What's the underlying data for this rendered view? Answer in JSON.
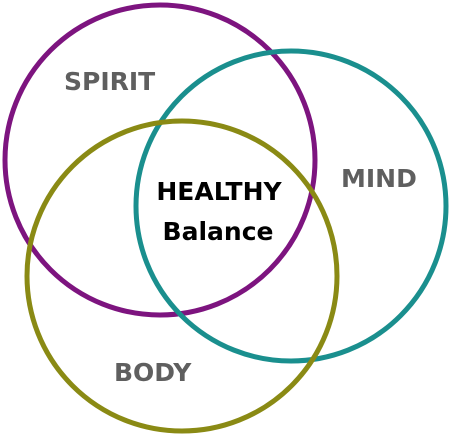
{
  "diagram": {
    "sets": [
      {
        "id": "spirit",
        "label": "SPIRIT",
        "color": "#7d147f"
      },
      {
        "id": "mind",
        "label": "MIND",
        "color": "#1a8f8e"
      },
      {
        "id": "body",
        "label": "BODY",
        "color": "#8a8a14"
      }
    ],
    "center": {
      "line1": "HEALTHY",
      "line2": "Balance"
    }
  }
}
